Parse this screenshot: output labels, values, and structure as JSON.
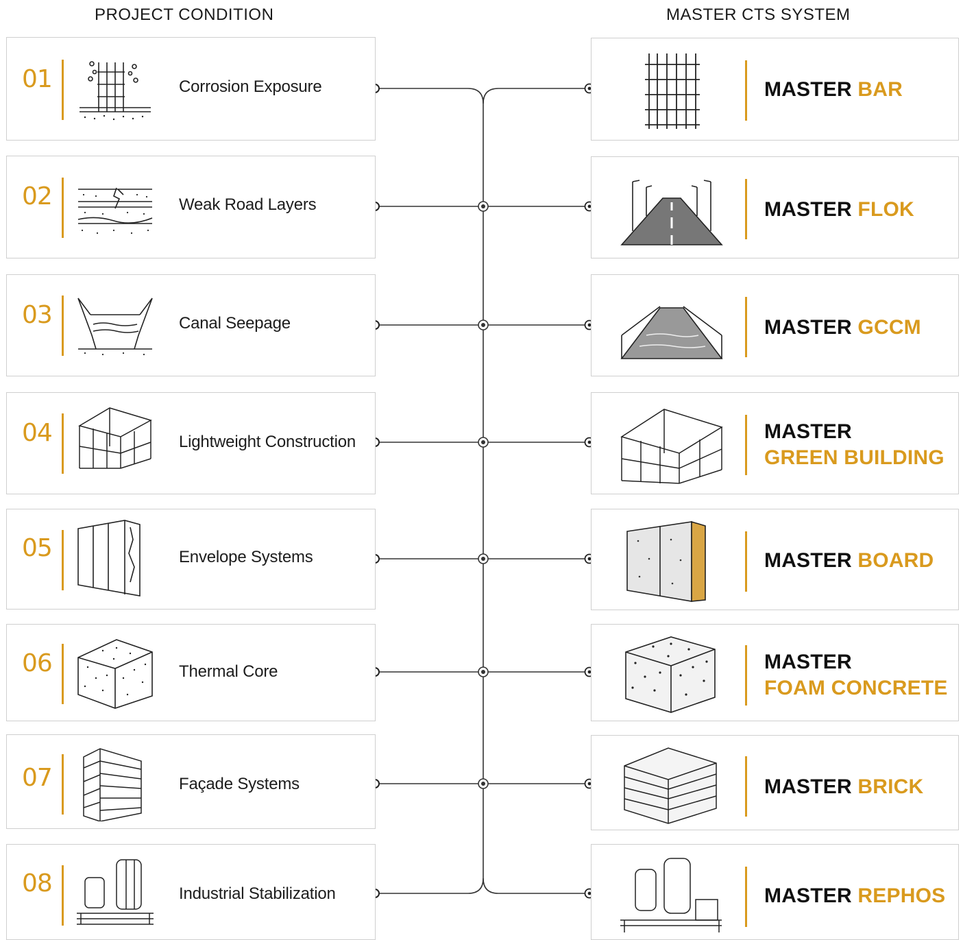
{
  "headings": {
    "left": "PROJECT CONDITION",
    "right": "MASTER CTS SYSTEM"
  },
  "colors": {
    "accent": "#d99a1e",
    "text": "#111111",
    "border": "#cfcfcf",
    "line": "#333333"
  },
  "conditions": [
    {
      "num": "01",
      "label": "Corrosion Exposure",
      "icon": "rebar-corrosion-icon"
    },
    {
      "num": "02",
      "label": "Weak Road Layers",
      "icon": "road-layers-icon"
    },
    {
      "num": "03",
      "label": "Canal Seepage",
      "icon": "canal-icon"
    },
    {
      "num": "04",
      "label": "Lightweight Construction",
      "icon": "building-frame-icon"
    },
    {
      "num": "05",
      "label": "Envelope Systems",
      "icon": "wall-panel-icon"
    },
    {
      "num": "06",
      "label": "Thermal Core",
      "icon": "foam-block-icon"
    },
    {
      "num": "07",
      "label": "Façade Systems",
      "icon": "brick-wall-icon"
    },
    {
      "num": "08",
      "label": "Industrial Stabilization",
      "icon": "silo-icon"
    }
  ],
  "systems": [
    {
      "prefix": "MASTER",
      "name": "BAR",
      "icon": "rebar-cage-icon"
    },
    {
      "prefix": "MASTER",
      "name": "FLOK",
      "icon": "highway-icon"
    },
    {
      "prefix": "MASTER",
      "name": "GCCM",
      "icon": "lined-canal-icon"
    },
    {
      "prefix": "MASTER",
      "name": "GREEN BUILDING",
      "icon": "structure-frame-icon"
    },
    {
      "prefix": "MASTER",
      "name": "BOARD",
      "icon": "board-panel-icon"
    },
    {
      "prefix": "MASTER",
      "name": "FOAM CONCRETE",
      "icon": "foam-concrete-block-icon"
    },
    {
      "prefix": "MASTER",
      "name": "BRICK",
      "icon": "brick-block-icon"
    },
    {
      "prefix": "MASTER",
      "name": "REPHOS",
      "icon": "plant-silo-icon"
    }
  ]
}
